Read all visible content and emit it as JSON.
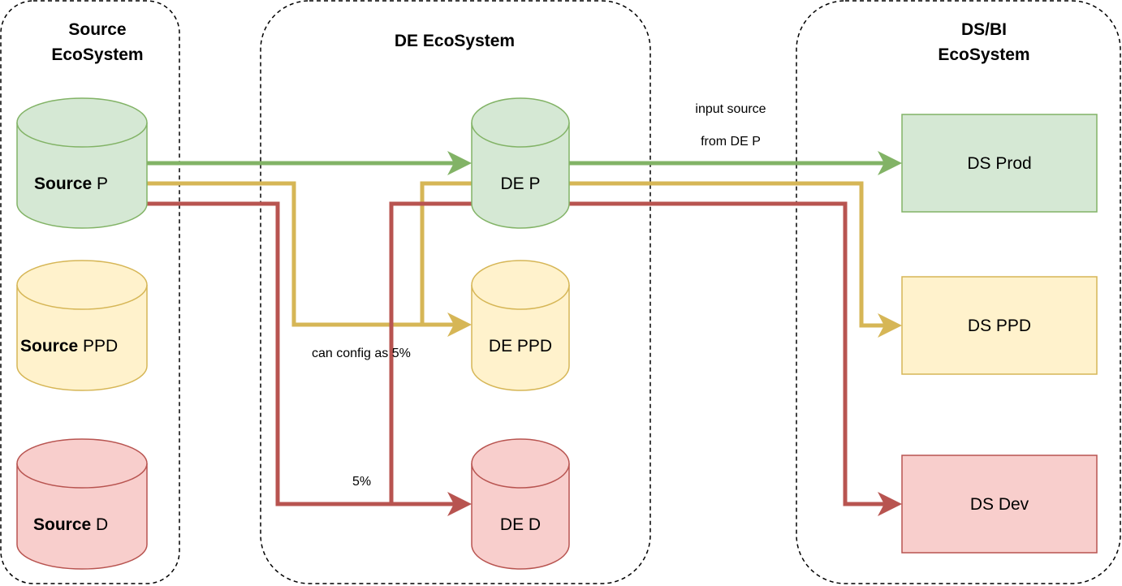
{
  "colors": {
    "green_fill": "#d5e8d4",
    "green_stroke": "#82b366",
    "yellow_fill": "#fff2cc",
    "yellow_stroke": "#d6b656",
    "red_fill": "#f8cecc",
    "red_stroke": "#b85450",
    "container_stroke": "#000000"
  },
  "containers": [
    {
      "id": "source",
      "title_lines": [
        "Source",
        "EcoSystem"
      ]
    },
    {
      "id": "de",
      "title_lines": [
        "DE EcoSystem"
      ]
    },
    {
      "id": "ds",
      "title_lines": [
        "DS/BI",
        "EcoSystem"
      ]
    }
  ],
  "source_nodes": [
    {
      "bold": "Source",
      "suffix": " P",
      "env": "green"
    },
    {
      "bold": "Source",
      "suffix": " PPD",
      "env": "yellow"
    },
    {
      "bold": "Source",
      "suffix": " D",
      "env": "red"
    }
  ],
  "de_nodes": [
    {
      "label": "DE P",
      "env": "green"
    },
    {
      "label": "DE PPD",
      "env": "yellow"
    },
    {
      "label": "DE D",
      "env": "red"
    }
  ],
  "ds_nodes": [
    {
      "label": "DS Prod",
      "env": "green"
    },
    {
      "label": "DS PPD",
      "env": "yellow"
    },
    {
      "label": "DS Dev",
      "env": "red"
    }
  ],
  "annotations": {
    "input_source_line1": "input source",
    "input_source_line2": "from DE P",
    "can_config": "can config as 5%",
    "five_percent": "5%"
  },
  "edges": [
    {
      "from": "Source P",
      "to": "DE P",
      "color": "green"
    },
    {
      "from": "Source P",
      "to": "DE PPD",
      "color": "yellow"
    },
    {
      "from": "Source P",
      "to": "DE D",
      "color": "red"
    },
    {
      "from": "DE P",
      "to": "DE PPD",
      "color": "yellow",
      "note": "can config as 5%"
    },
    {
      "from": "DE P",
      "to": "DE D",
      "color": "red",
      "note": "5%"
    },
    {
      "from": "DE P",
      "to": "DS Prod",
      "color": "green",
      "note": "input source from DE P"
    },
    {
      "from": "DE P",
      "to": "DS PPD",
      "color": "yellow"
    },
    {
      "from": "DE P",
      "to": "DS Dev",
      "color": "red"
    }
  ]
}
